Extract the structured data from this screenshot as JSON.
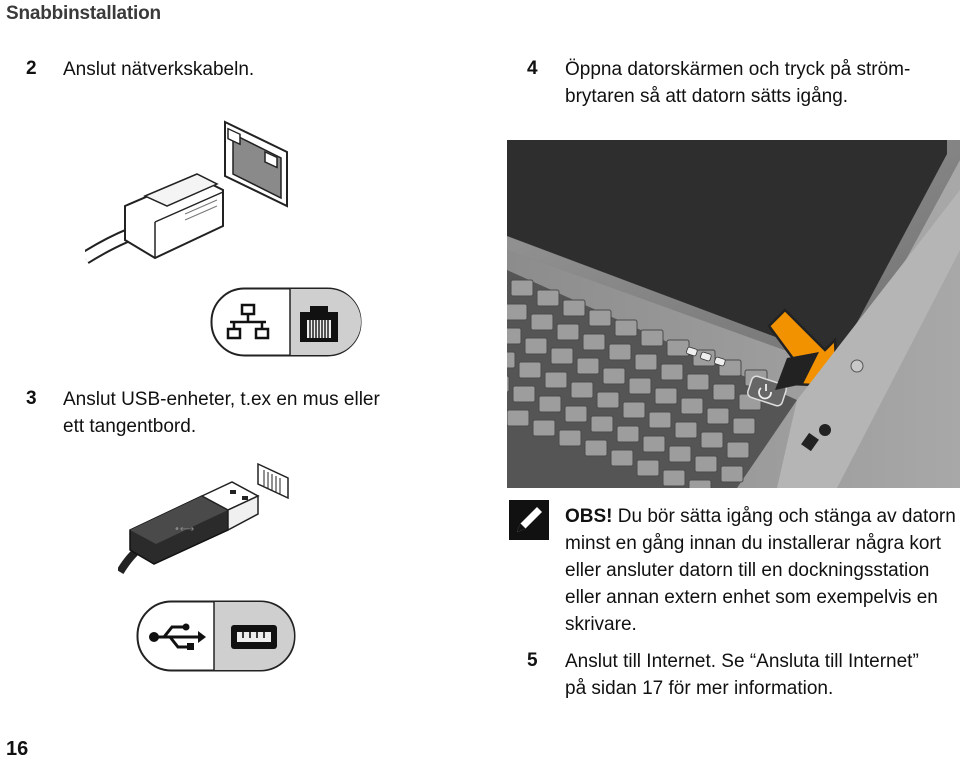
{
  "header": {
    "title": "Snabbinstallation"
  },
  "steps": {
    "s2": {
      "num": "2",
      "text": "Anslut nätverkskabeln."
    },
    "s3": {
      "num": "3",
      "line1": "Anslut USB-enheter, t.ex en mus eller",
      "line2": "ett tangentbord."
    },
    "s4": {
      "num": "4",
      "line1": "Öppna datorskärmen och tryck på ström-",
      "line2": "brytaren så att datorn sätts igång."
    },
    "s5": {
      "num": "5",
      "line1": "Anslut till Internet. Se “Ansluta till Internet”",
      "line2": "på sidan 17 för mer information."
    }
  },
  "note": {
    "label": "OBS!",
    "line1": " Du bör sätta igång och stänga av datorn",
    "line2": "minst en gång innan du installerar några kort",
    "line3": "eller ansluter datorn till en dockningsstation",
    "line4": "eller annan extern enhet som exempelvis en",
    "line5": "skrivare."
  },
  "footer": {
    "page_number": "16"
  },
  "icons": {
    "network": "network-icon",
    "ethernet_port": "ethernet-port-icon",
    "usb": "usb-icon",
    "usb_port": "usb-port-icon",
    "note": "pencil-note-icon",
    "power": "power-icon"
  }
}
